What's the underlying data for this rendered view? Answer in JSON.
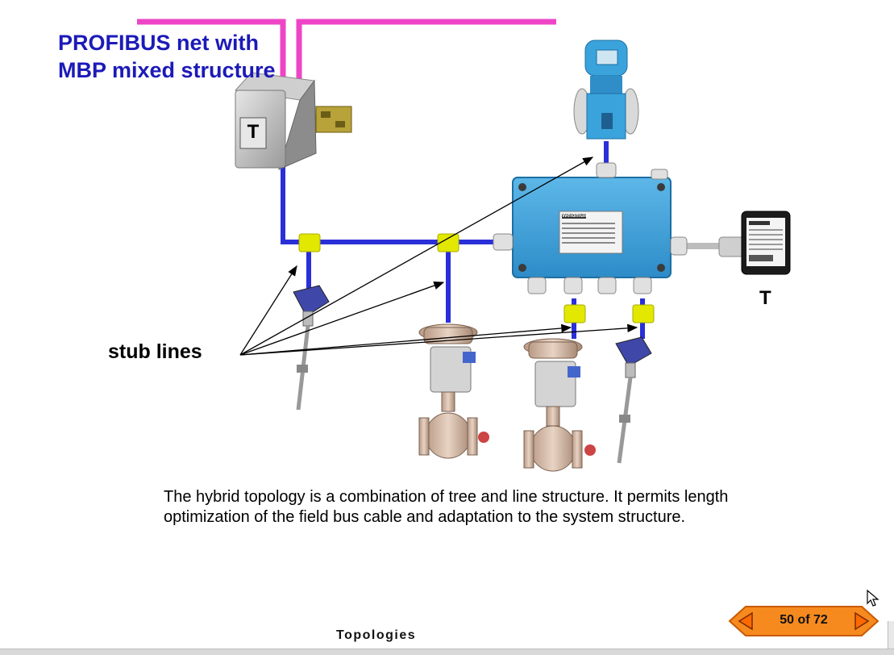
{
  "slide": {
    "title_line1": "PROFIBUS net with",
    "title_line2": "MBP mixed structure",
    "stub_label": "stub lines",
    "terminator_label": "T",
    "coupler_label": "T",
    "description": "The hybrid topology is a combination of tree and line structure. It permits length optimization of the field bus cable and adaptation to the system structure.",
    "footer": "Topologies"
  },
  "junction_box": {
    "brand": "Weidmüller"
  },
  "navigation": {
    "page_indicator": "50 of 72",
    "prev_icon": "triangle-left-icon",
    "next_icon": "triangle-right-icon"
  },
  "colors": {
    "title": "#1c1ab8",
    "profibus_cable": "#ee45c7",
    "mbp_cable": "#2a2fd8",
    "tee_connector": "#e3e800",
    "junction_box": "#3aa0d8",
    "nav_fill": "#f78a1e"
  }
}
